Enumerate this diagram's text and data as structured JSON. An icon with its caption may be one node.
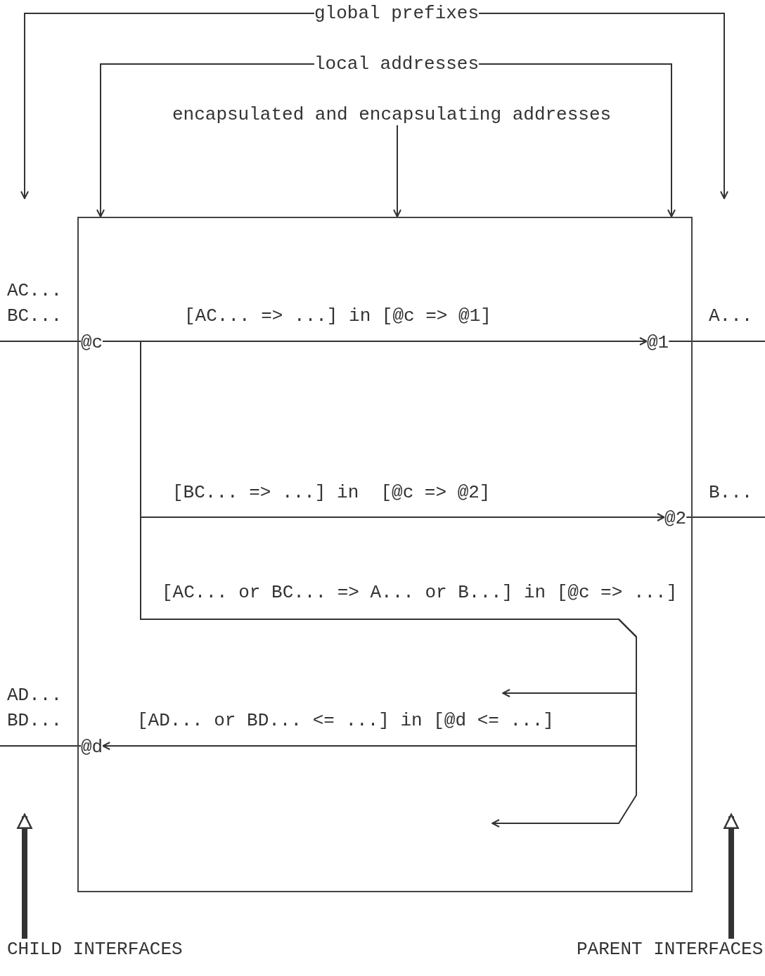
{
  "diagram": {
    "nodes": [
      {
        "text": [
          "global prefixes"
        ]
      },
      {
        "text": [
          "local addresses"
        ]
      },
      {
        "text": [
          "encapsulated and encapsulating addresses"
        ]
      },
      {
        "text": [],
        "shape": "box"
      },
      {
        "text": [
          "@c"
        ],
        "in": 3
      },
      {
        "text": [
          "@1"
        ],
        "in": 3
      },
      {
        "text": [
          "@2"
        ],
        "in": 3
      },
      {
        "text": [
          "@d"
        ],
        "in": 3
      },
      {
        "text": [
          "CHILD INTERFACES"
        ]
      },
      {
        "text": [
          "PARENT INTERFACES"
        ]
      }
    ],
    "edges": [
      {
        "from": 0,
        "to": null,
        "arrow": "to"
      },
      {
        "from": 0,
        "to": null,
        "arrow": "to"
      },
      {
        "from": 1,
        "to": 3,
        "arrow": "to"
      },
      {
        "from": 1,
        "to": 3,
        "arrow": "to"
      },
      {
        "from": 2,
        "to": 3,
        "arrow": "to"
      },
      {
        "from": null,
        "to": 4,
        "arrow": "none"
      },
      {
        "from": 4,
        "to": 5,
        "arrow": "to",
        "label": "[AC... => ...] in [@c => @1]"
      },
      {
        "from": 4,
        "to": 6,
        "arrow": "to",
        "label": "[BC... => ...] in  [@c => @2]"
      },
      {
        "from": 4,
        "to": null,
        "arrow": "to"
      },
      {
        "from": 4,
        "to": 7,
        "arrow": "to",
        "label": "[AD... or BD... <= ...] in [@d <= ...]"
      },
      {
        "from": 4,
        "to": null,
        "arrow": "to"
      },
      {
        "from": 5,
        "to": null,
        "arrow": "none"
      },
      {
        "from": 6,
        "to": null,
        "arrow": "none"
      },
      {
        "from": null,
        "to": 7,
        "arrow": "none"
      },
      {
        "from": 8,
        "to": null,
        "arrow": "to",
        "style": "thick"
      },
      {
        "from": 9,
        "to": null,
        "arrow": "to",
        "style": "thick"
      }
    ],
    "labels": [
      "AC...",
      "BC...",
      "A...",
      "B...",
      "[AC... or BC... => A... or B...] in [@c => ...]",
      "AD...",
      "BD..."
    ]
  }
}
